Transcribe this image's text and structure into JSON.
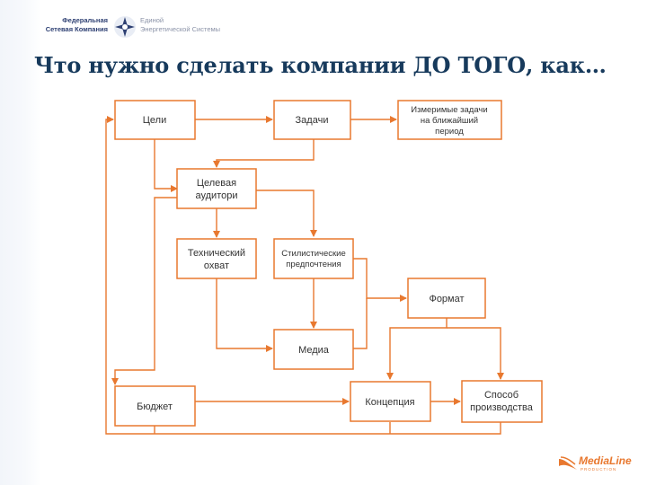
{
  "logo": {
    "left_line1": "Федеральная",
    "left_line2": "Сетевая Компания",
    "right_line1": "Единой",
    "right_line2": "Энергетической Системы"
  },
  "title": "Что нужно сделать компании ДО ТОГО, как…",
  "boxes": {
    "goals": "Цели",
    "tasks": "Задачи",
    "measurable_line1": "Измеримые задачи",
    "measurable_line2": "на ближайший",
    "measurable_line3": "период",
    "audience_line1": "Целевая",
    "audience_line2": "аудитори",
    "technical_line1": "Технический",
    "technical_line2": "охват",
    "stylistic_line1": "Стилистические",
    "stylistic_line2": "предпочтения",
    "format": "Формат",
    "media": "Медиа",
    "budget": "Бюджет",
    "concept": "Концепция",
    "method_line1": "Способ",
    "method_line2": "производства"
  },
  "brand": {
    "name": "MediaLine",
    "sub": "PRODUCTION"
  },
  "colors": {
    "arrow": "#e8782f",
    "box_border": "#e8782f",
    "title": "#173a5c",
    "logo_text": "#2d3f72"
  }
}
